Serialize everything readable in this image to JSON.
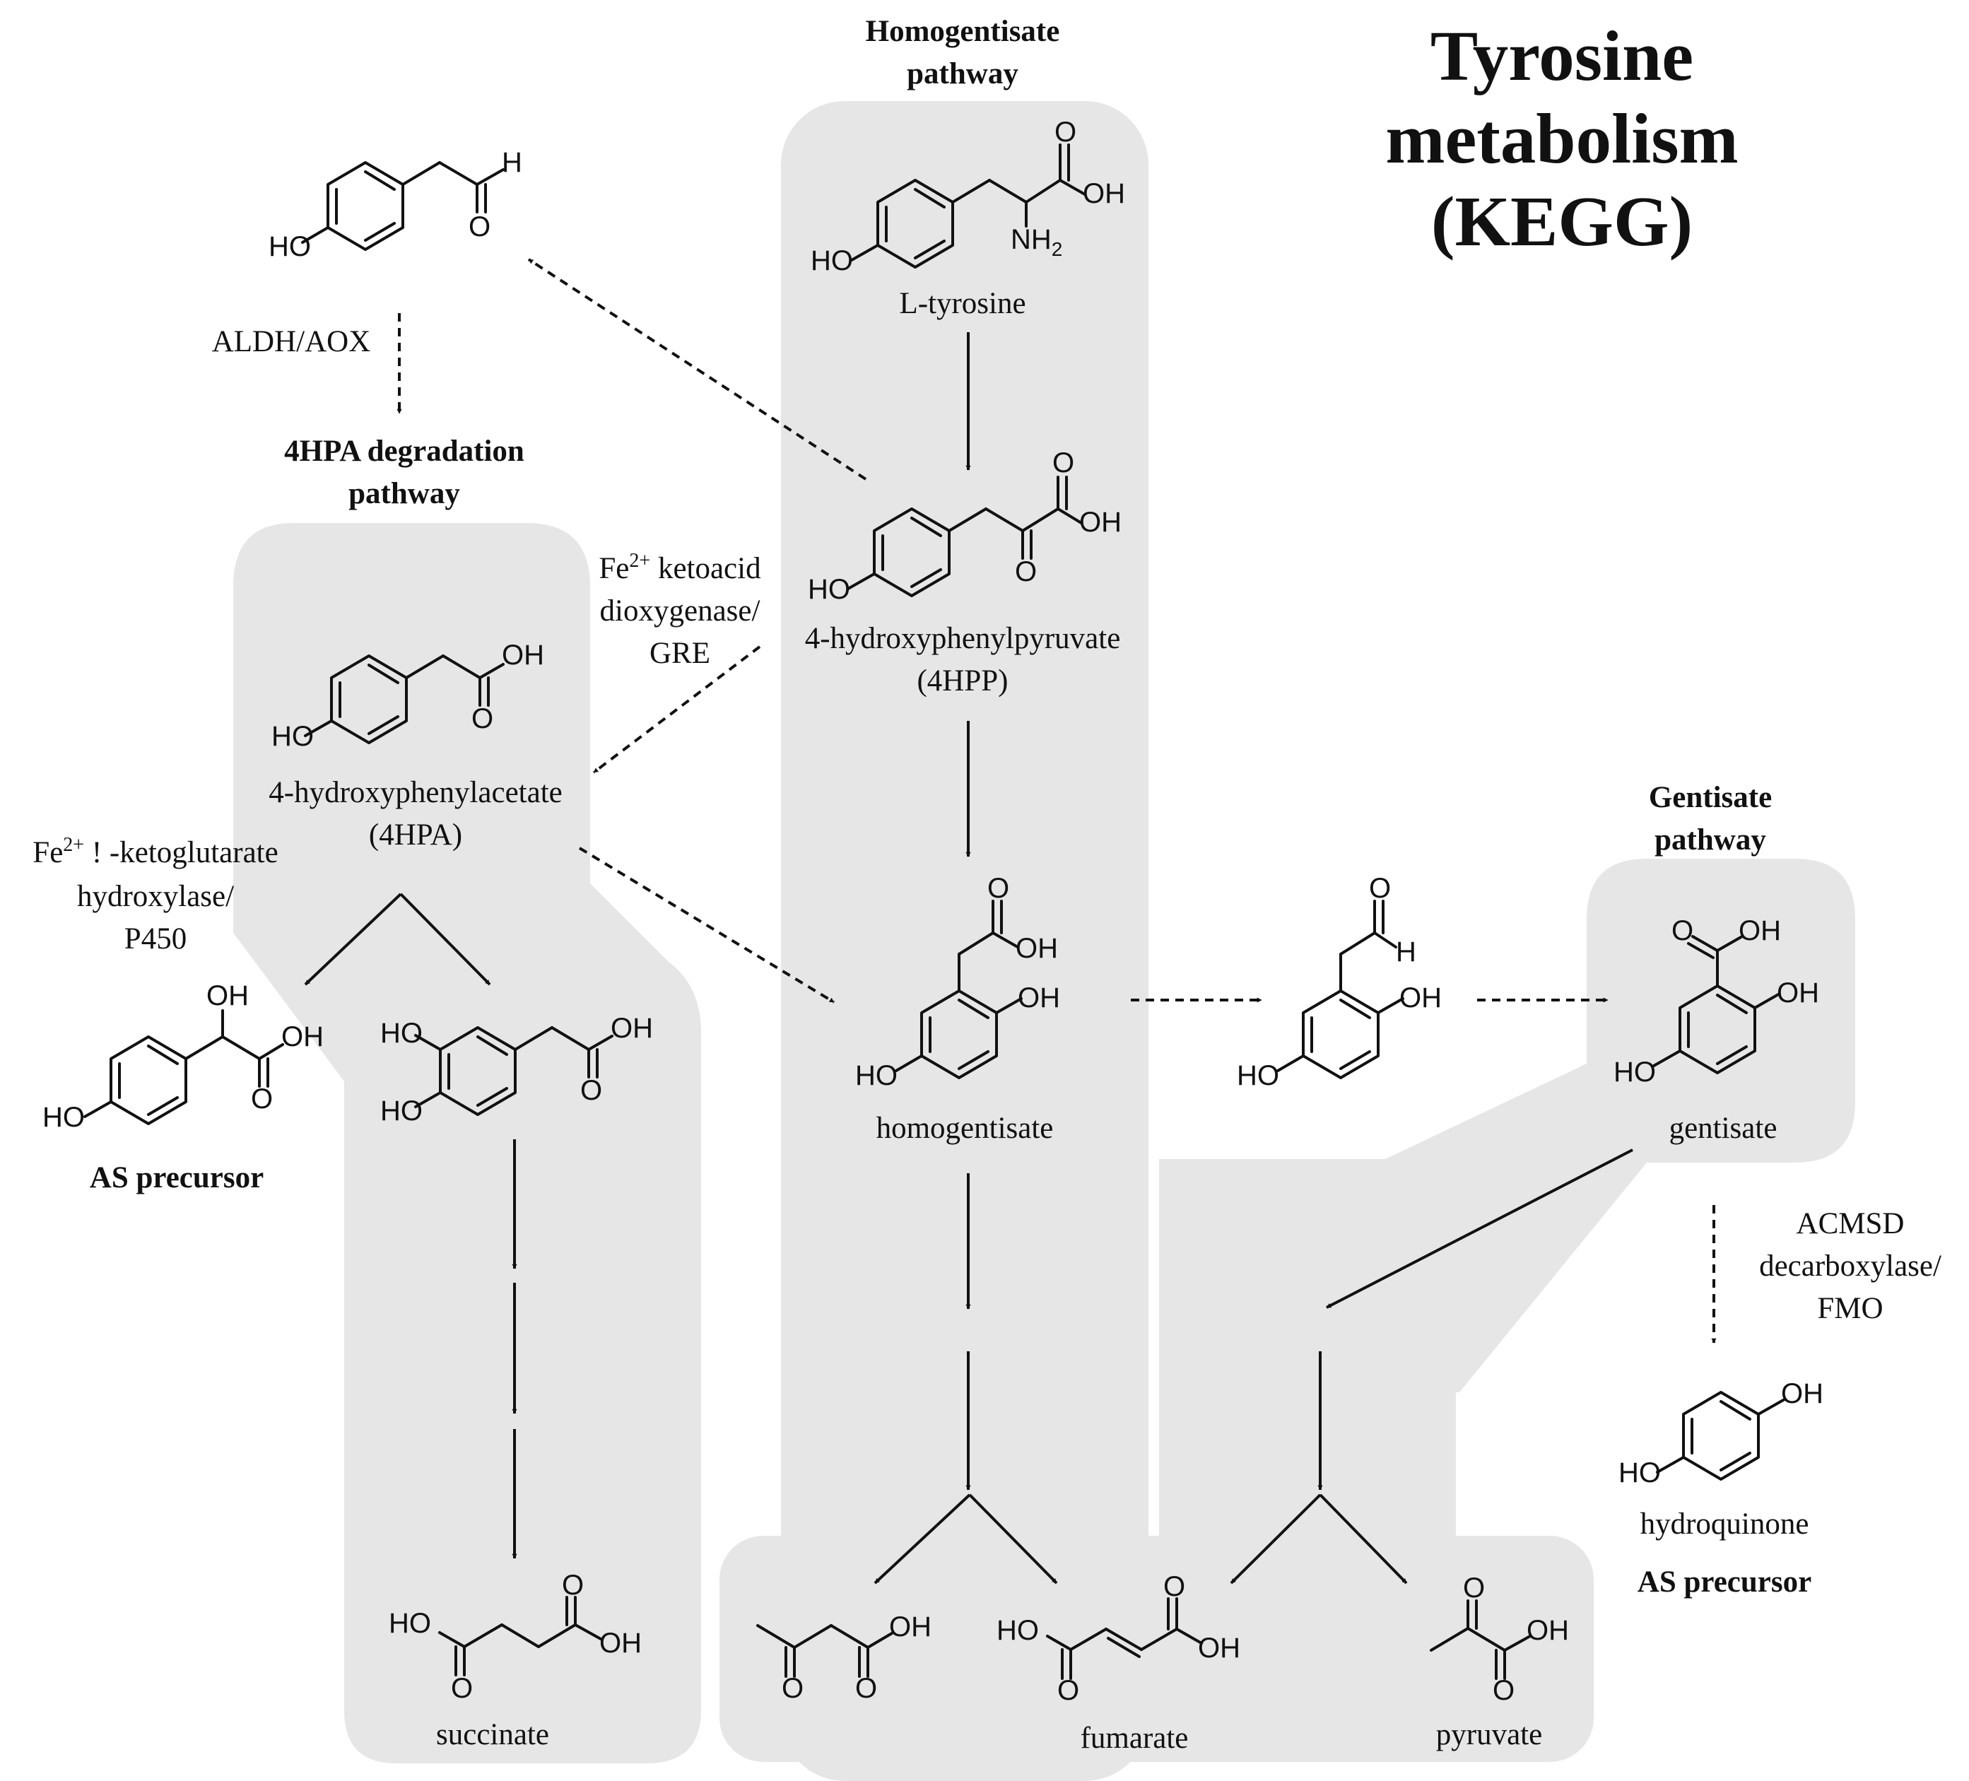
{
  "title": [
    "Tyrosine",
    "metabolism",
    "(KEGG)"
  ],
  "pathways": {
    "homogentisate": [
      "Homogentisate",
      "pathway"
    ],
    "hpa_degradation": [
      "4HPA degradation",
      "pathway"
    ],
    "gentisate": [
      "Gentisate",
      "pathway"
    ]
  },
  "compounds": {
    "tyrosine": "L-tyrosine",
    "hpp": [
      "4-hydroxyphenylpyruvate",
      "(4HPP)"
    ],
    "hpa": [
      "4-hydroxyphenylacetate",
      "(4HPA)"
    ],
    "homogentisate": "homogentisate",
    "gentisate": "gentisate",
    "succinate": "succinate",
    "fumarate": "fumarate",
    "pyruvate": "pyruvate",
    "hydroquinone": "hydroquinone"
  },
  "annotations": {
    "as_precursor": "AS precursor"
  },
  "enzymes": {
    "aldh": "ALDH/AOX",
    "fe_keto": {
      "fe": "Fe",
      "sup": "2+",
      "rest": " ketoacid",
      "lines": [
        "dioxygenase/",
        "GRE"
      ]
    },
    "fe_akg": {
      "fe": "Fe",
      "sup": "2+",
      "rest": " ! -ketoglutarate",
      "lines": [
        "hydroxylase/",
        "P450"
      ]
    },
    "acmsd": [
      "ACMSD",
      "decarboxylase/",
      "FMO"
    ]
  },
  "atoms": {
    "ho": "HO",
    "oh": "OH",
    "o": "O",
    "h": "H",
    "nh2": "NH",
    "sub2": "2"
  }
}
